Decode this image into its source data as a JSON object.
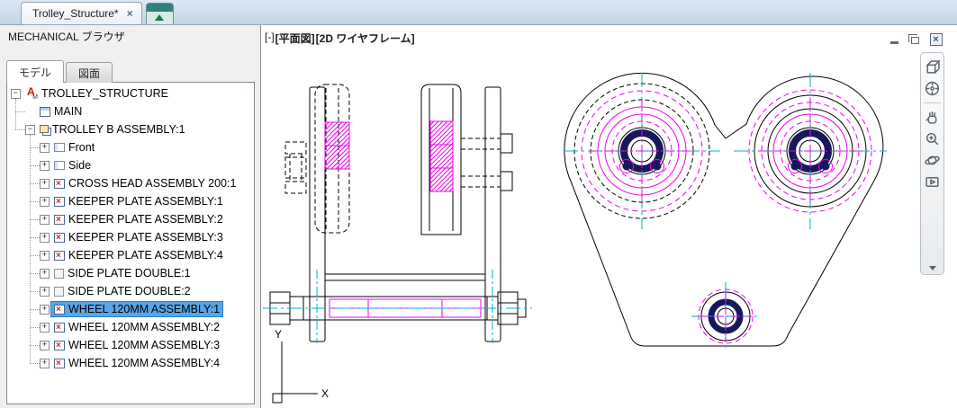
{
  "tab_bar": {
    "active_tab": {
      "title": "Trolley_Structure*",
      "close_glyph": "×"
    }
  },
  "browser": {
    "title": "MECHANICAL ブラウザ",
    "tabs": [
      {
        "label": "モデル",
        "active": true
      },
      {
        "label": "図面",
        "active": false
      }
    ],
    "tree": [
      {
        "label": "TROLLEY_STRUCTURE",
        "level": 0,
        "expander": "−",
        "icon": "mech-root",
        "selected": false
      },
      {
        "label": "MAIN",
        "level": 1,
        "expander": "",
        "icon": "table",
        "selected": false
      },
      {
        "label": "TROLLEY B ASSEMBLY:1",
        "level": 1,
        "expander": "−",
        "icon": "assembly",
        "selected": false
      },
      {
        "label": "Front",
        "level": 2,
        "expander": "+",
        "icon": "view",
        "selected": false
      },
      {
        "label": "Side",
        "level": 2,
        "expander": "+",
        "icon": "view",
        "selected": false
      },
      {
        "label": "CROSS HEAD ASSEMBLY 200:1",
        "level": 2,
        "expander": "+",
        "icon": "part",
        "selected": false
      },
      {
        "label": "KEEPER PLATE ASSEMBLY:1",
        "level": 2,
        "expander": "+",
        "icon": "part",
        "selected": false
      },
      {
        "label": "KEEPER PLATE ASSEMBLY:2",
        "level": 2,
        "expander": "+",
        "icon": "part",
        "selected": false
      },
      {
        "label": "KEEPER PLATE ASSEMBLY:3",
        "level": 2,
        "expander": "+",
        "icon": "part",
        "selected": false
      },
      {
        "label": "KEEPER PLATE ASSEMBLY:4",
        "level": 2,
        "expander": "+",
        "icon": "part",
        "selected": false
      },
      {
        "label": "SIDE PLATE DOUBLE:1",
        "level": 2,
        "expander": "+",
        "icon": "plate",
        "selected": false
      },
      {
        "label": "SIDE PLATE DOUBLE:2",
        "level": 2,
        "expander": "+",
        "icon": "plate",
        "selected": false
      },
      {
        "label": "WHEEL 120MM ASSEMBLY:1",
        "level": 2,
        "expander": "+",
        "icon": "part",
        "selected": true
      },
      {
        "label": "WHEEL 120MM ASSEMBLY:2",
        "level": 2,
        "expander": "+",
        "icon": "part",
        "selected": false
      },
      {
        "label": "WHEEL 120MM ASSEMBLY:3",
        "level": 2,
        "expander": "+",
        "icon": "part",
        "selected": false
      },
      {
        "label": "WHEEL 120MM ASSEMBLY:4",
        "level": 2,
        "expander": "+",
        "icon": "part",
        "selected": false
      }
    ]
  },
  "viewport": {
    "controls": [
      "[-]",
      "[平面図]",
      "[2D ワイヤフレーム]"
    ],
    "window_buttons": [
      {
        "name": "minimize"
      },
      {
        "name": "restore"
      },
      {
        "name": "close",
        "glyph": "×"
      }
    ],
    "nav_bar_icons": [
      "view-cube",
      "navigation-wheel",
      "pan-hand",
      "zoom",
      "orbit",
      "showmotion",
      "more-chevron"
    ],
    "ucs": {
      "x_label": "X",
      "y_label": "Y"
    },
    "drawing_colors": {
      "outline": "#000000",
      "highlight_magenta": "#f000f0",
      "centerline_cyan": "#00b0c8",
      "bearing_dark": "#17175a"
    }
  }
}
